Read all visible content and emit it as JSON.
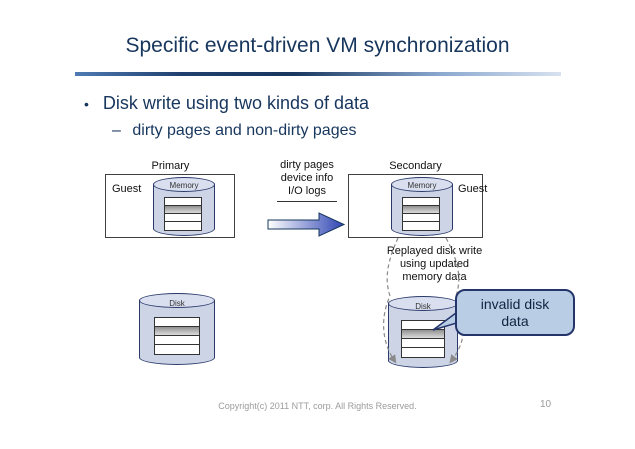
{
  "slide": {
    "title": "Specific event-driven VM synchronization",
    "bullet": {
      "marker": "•",
      "text": "Disk write using two kinds of data"
    },
    "sub_bullet": {
      "marker": "–",
      "text": "dirty pages and non-dirty pages"
    },
    "footer": {
      "copyright": "Copyright(c) 2011 NTT, corp. All Rights Reserved.",
      "page_number": "10"
    }
  },
  "diagram": {
    "primary": {
      "label": "Primary",
      "guest": "Guest",
      "memory": "Memory"
    },
    "secondary": {
      "label": "Secondary",
      "guest": "Guest",
      "memory": "Memory"
    },
    "transfer": {
      "lines": [
        "dirty pages",
        "device info",
        "I/O logs"
      ]
    },
    "replay_note": {
      "lines": [
        "Replayed disk write",
        "using updated",
        "memory data"
      ]
    },
    "primary_disk": {
      "label": "Disk"
    },
    "secondary_disk": {
      "label": "Disk"
    },
    "callout": {
      "text": "invalid disk\ndata"
    },
    "colors": {
      "accent_navy": "#17365d",
      "cylinder_fill": "#ccd4e6",
      "callout_fill": "#b9cde5",
      "arrow_blue": "#2f45b4",
      "dashed_gray": "#8a8a8a"
    }
  }
}
